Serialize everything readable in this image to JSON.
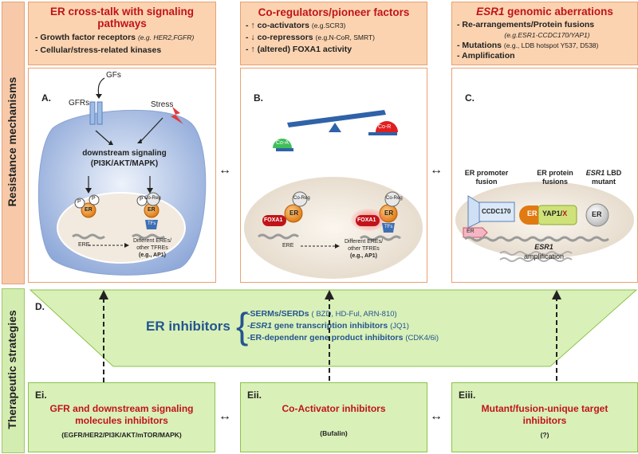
{
  "side_labels": {
    "top": "Resistance mechanisms",
    "bottom": "Therapeutic strategies"
  },
  "headers": {
    "a": {
      "title": "ER cross-talk with signaling pathways",
      "items": [
        {
          "text": "- Growth factor receptors",
          "example": "(e.g. HER2,FGFR)"
        },
        {
          "text": "- Cellular/stress-related kinases",
          "example": ""
        }
      ]
    },
    "b": {
      "title": "Co-regulators/pioneer factors",
      "items": [
        {
          "text": "- ↑ co-activators",
          "example": "(e.g.SCR3)"
        },
        {
          "text": "- ↓ co-repressors",
          "example": "(e.g.N-CoR, SMRT)"
        },
        {
          "text": "- ↑ (altered) FOXA1 activity",
          "example": ""
        }
      ]
    },
    "c": {
      "title_italic": "ESR1",
      "title_rest": " genomic aberrations",
      "items": [
        {
          "text": "- Re-arrangements/Protein fusions",
          "example": ""
        },
        {
          "text": "",
          "example": "(e.g.ESR1-CCDC170/YAP1)"
        },
        {
          "text": "- Mutations",
          "example": "(e.g., LDB hotspot  Y537, D538)"
        },
        {
          "text": "- Amplification",
          "example": ""
        }
      ]
    }
  },
  "panel_a": {
    "label": "A.",
    "gfs": "GFs",
    "gfrs": "GFRs",
    "stress": "Stress",
    "signal_line1": "downstream   signaling",
    "signal_line2": "(PI3K/AKT/MAPK)",
    "p": "P",
    "coreg": "Co-Reg",
    "er": "ER",
    "tfs": "TFs",
    "ere": "ERE",
    "diff1": "Different EREs/",
    "diff2": "other TFREs",
    "diff3": "(e.g., AP1)"
  },
  "panel_b": {
    "label": "B.",
    "coa": "Co-A",
    "cor": "Co-R",
    "coreg": "Co-Reg",
    "er": "ER",
    "foxa1": "FOXA1",
    "tfs": "TFs",
    "ere": "ERE",
    "diff1": "Different EREs/",
    "diff2": "other TFREs",
    "diff3": "(e.g., AP1)"
  },
  "panel_c": {
    "label": "C.",
    "promoter1": "ER promoter",
    "promoter2": "fusion",
    "protein1": "ER protein",
    "protein2": "fusions",
    "lbd_italic": "ESR1",
    "lbd_rest": " LBD",
    "lbd2": "mutant",
    "ccdc": "CCDC170",
    "er": "ER",
    "yap": "YAP1/",
    "x": "X",
    "amp1": "ESR1",
    "amp2": "amplification"
  },
  "inhibitors": {
    "label_d": "D.",
    "title": "ER inhibitors",
    "line1": {
      "text": "-SERMs/SERDs",
      "example": "( BZD, HD-Ful, ARN-810)"
    },
    "line2": {
      "italic": "-ESR1",
      "text": " gene transcription inhibitors",
      "example": "(JQ1)"
    },
    "line3": {
      "text": "-ER-dependenr gene product inhibitors",
      "example": "(CDK4/6i)"
    }
  },
  "strategies": {
    "e1": {
      "label": "Ei.",
      "title": "GFR and downstream signaling molecules inhibitors",
      "sub": "(EGFR/HER2/PI3K/AKT/mTOR/MAPK)"
    },
    "e2": {
      "label": "Eii.",
      "title": "Co-Activator inhibitors",
      "sub": "(Bufalin)"
    },
    "e3": {
      "label": "Eiii.",
      "title": "Mutant/fusion-unique target inhibitors",
      "sub": "(?)"
    }
  },
  "colors": {
    "header_fill": "#fbd3b0",
    "title_red": "#c0141a",
    "inhibitor_blue": "#24558f",
    "green_fill": "#d9f0b8",
    "er_orange": "#e8821e"
  }
}
